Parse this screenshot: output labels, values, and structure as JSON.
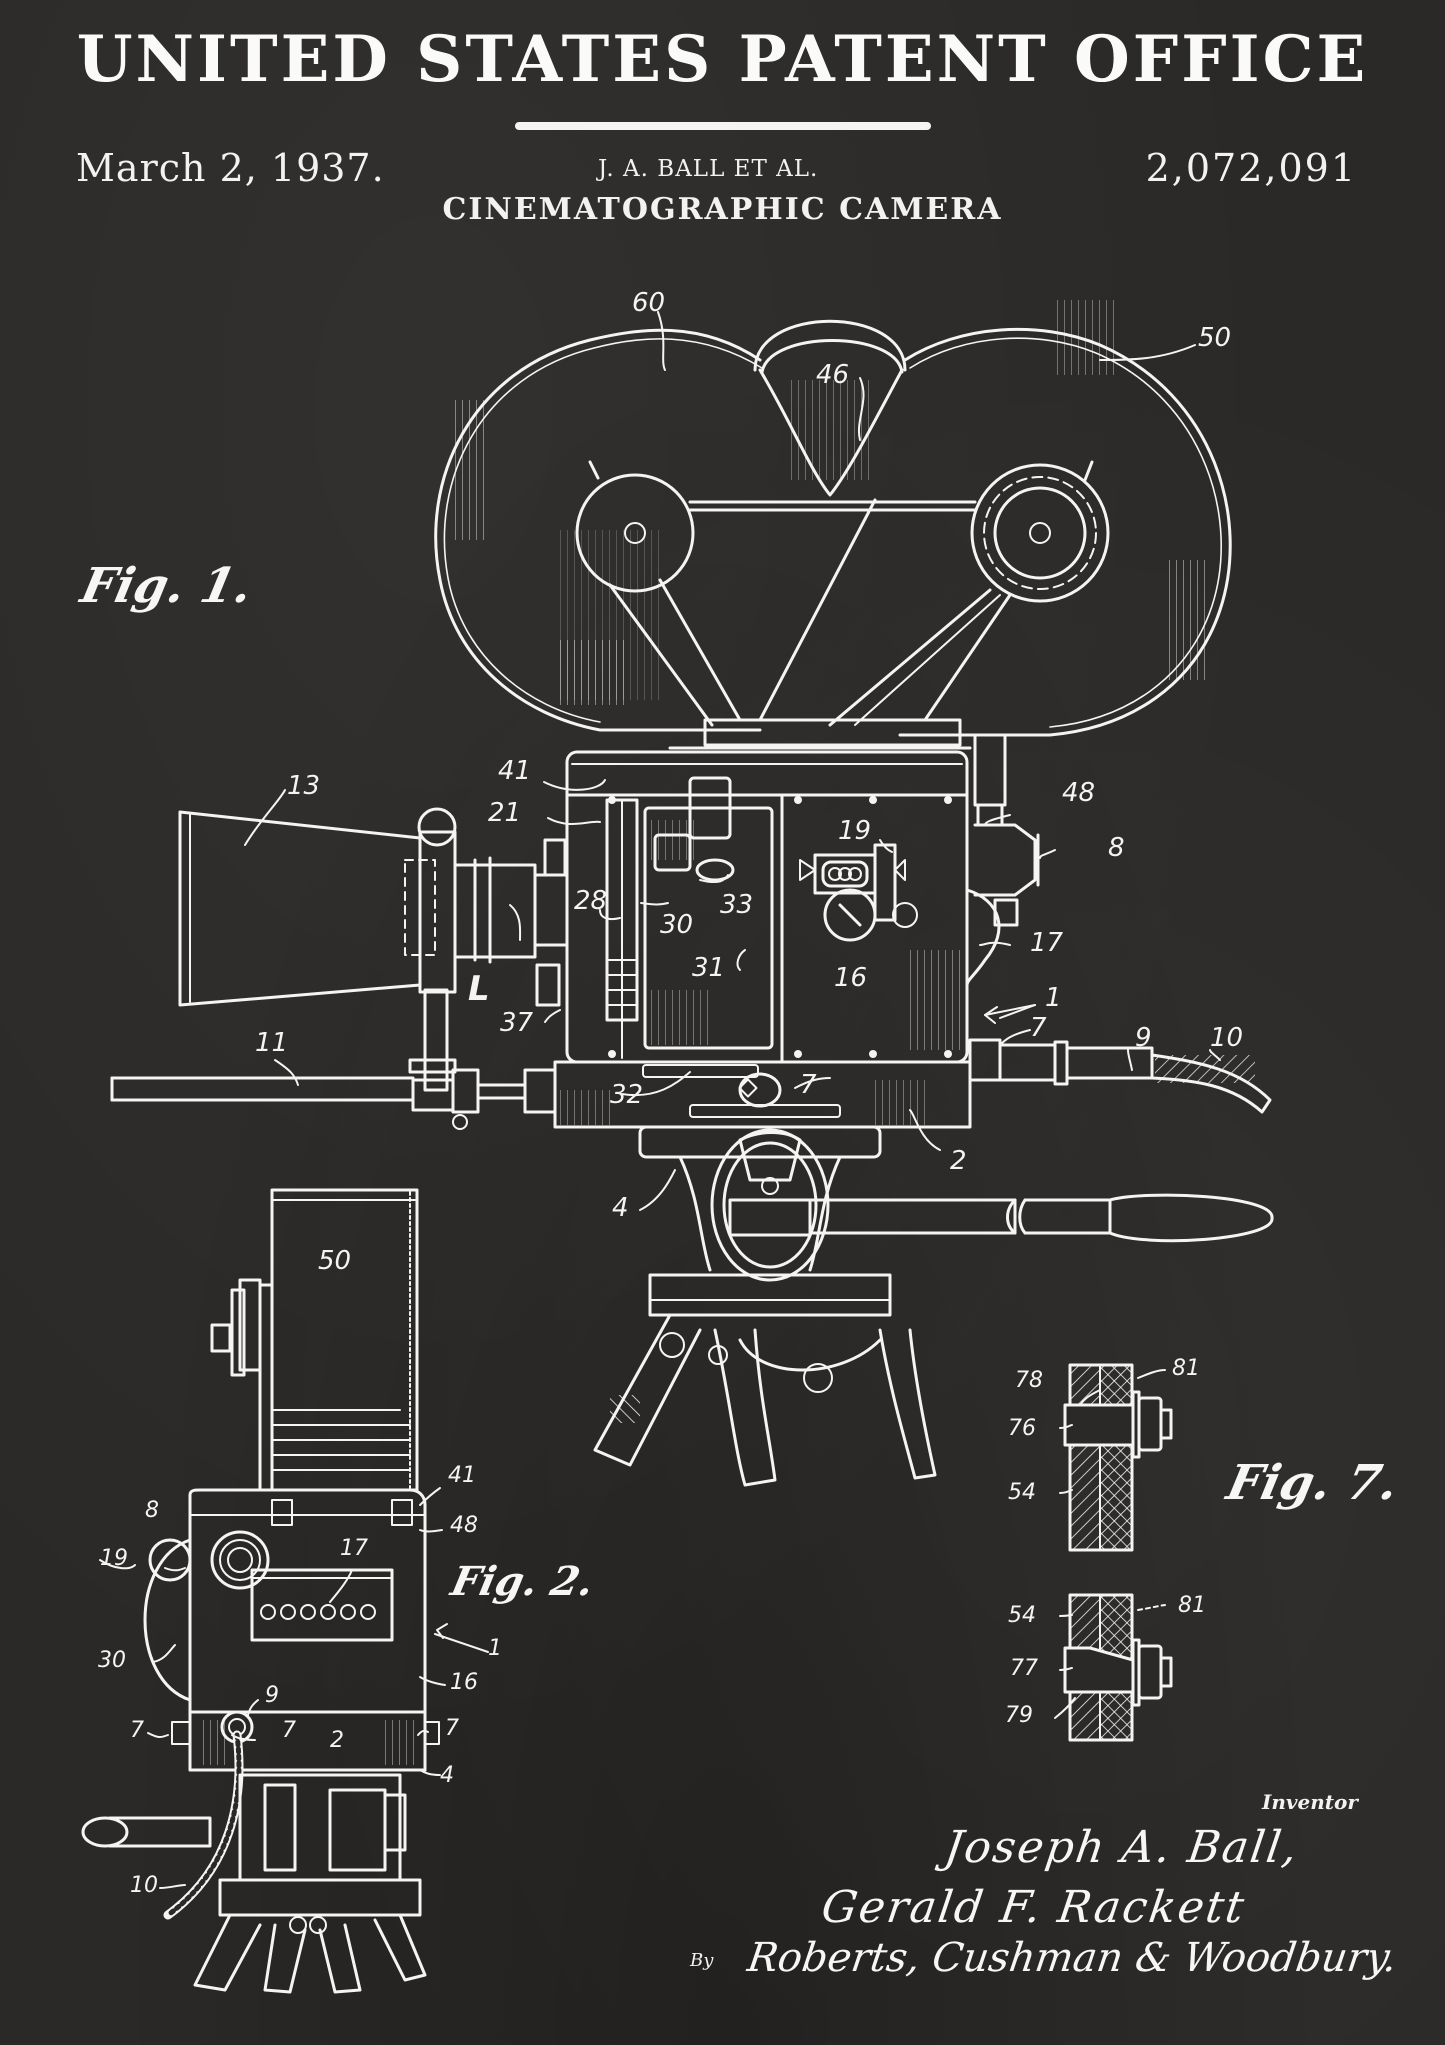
{
  "header": {
    "office": "UNITED STATES PATENT OFFICE",
    "date": "March 2, 1937.",
    "inventors_short": "J. A. BALL ET AL.",
    "patent_number": "2,072,091",
    "title": "CINEMATOGRAPHIC CAMERA"
  },
  "colors": {
    "background": "#2b2927",
    "ink": "#f4f4f2"
  },
  "figures": {
    "fig1": {
      "label": "Fig. 1.",
      "refs": [
        "60",
        "46",
        "50",
        "41",
        "21",
        "13",
        "28",
        "30",
        "33",
        "19",
        "48",
        "8",
        "31",
        "16",
        "17",
        "L",
        "37",
        "1",
        "7",
        "9",
        "10",
        "11",
        "32",
        "7",
        "2",
        "4"
      ]
    },
    "fig2": {
      "label": "Fig. 2.",
      "refs": [
        "50",
        "41",
        "8",
        "48",
        "19",
        "17",
        "1",
        "30",
        "16",
        "9",
        "7",
        "7",
        "7",
        "2",
        "4",
        "10"
      ]
    },
    "fig7": {
      "label": "Fig. 7.",
      "refs": [
        "78",
        "81",
        "76",
        "54",
        "54",
        "81",
        "77",
        "79"
      ]
    }
  },
  "signature": {
    "heading": "Inventor",
    "name1": "Joseph A. Ball,",
    "name2": "Gerald F. Rackett",
    "by": "By",
    "attorneys": "Roberts, Cushman & Woodbury."
  }
}
